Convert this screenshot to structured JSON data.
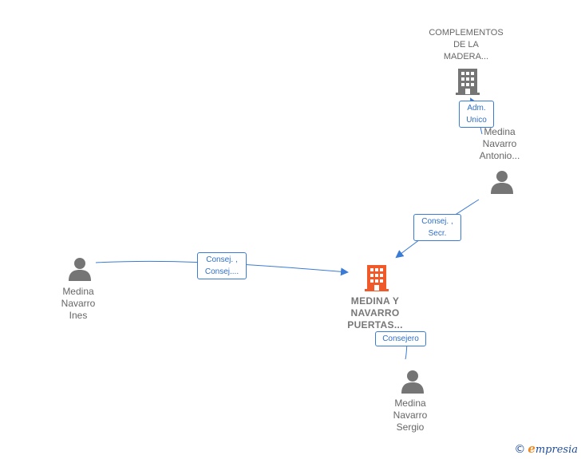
{
  "nodes": {
    "complementos": {
      "lines": [
        "COMPLEMENTOS",
        "DE LA",
        "MADERA..."
      ]
    },
    "antonio": {
      "lines": [
        "Medina",
        "Navarro",
        "Antonio..."
      ]
    },
    "ines": {
      "lines": [
        "Medina",
        "Navarro",
        "Ines"
      ]
    },
    "main_company": {
      "lines": [
        "MEDINA Y",
        "NAVARRO",
        "PUERTAS..."
      ]
    },
    "sergio": {
      "lines": [
        "Medina",
        "Navarro",
        "Sergio"
      ]
    }
  },
  "edges": {
    "adm_unico": {
      "lines": [
        "Adm.",
        "Unico"
      ]
    },
    "consej_secr": {
      "lines": [
        "Consej. ,",
        "Secr."
      ]
    },
    "consej_consej": {
      "lines": [
        "Consej. ,",
        "Consej...."
      ]
    },
    "consejero": {
      "lines": [
        "Consejero"
      ]
    }
  },
  "watermark": {
    "copyright": "©",
    "brand_first": "e",
    "brand_rest": "mpresia"
  },
  "colors": {
    "person": "#757575",
    "company": "#757575",
    "main_company": "#f05a2b",
    "edge": "#3a7bd5"
  }
}
